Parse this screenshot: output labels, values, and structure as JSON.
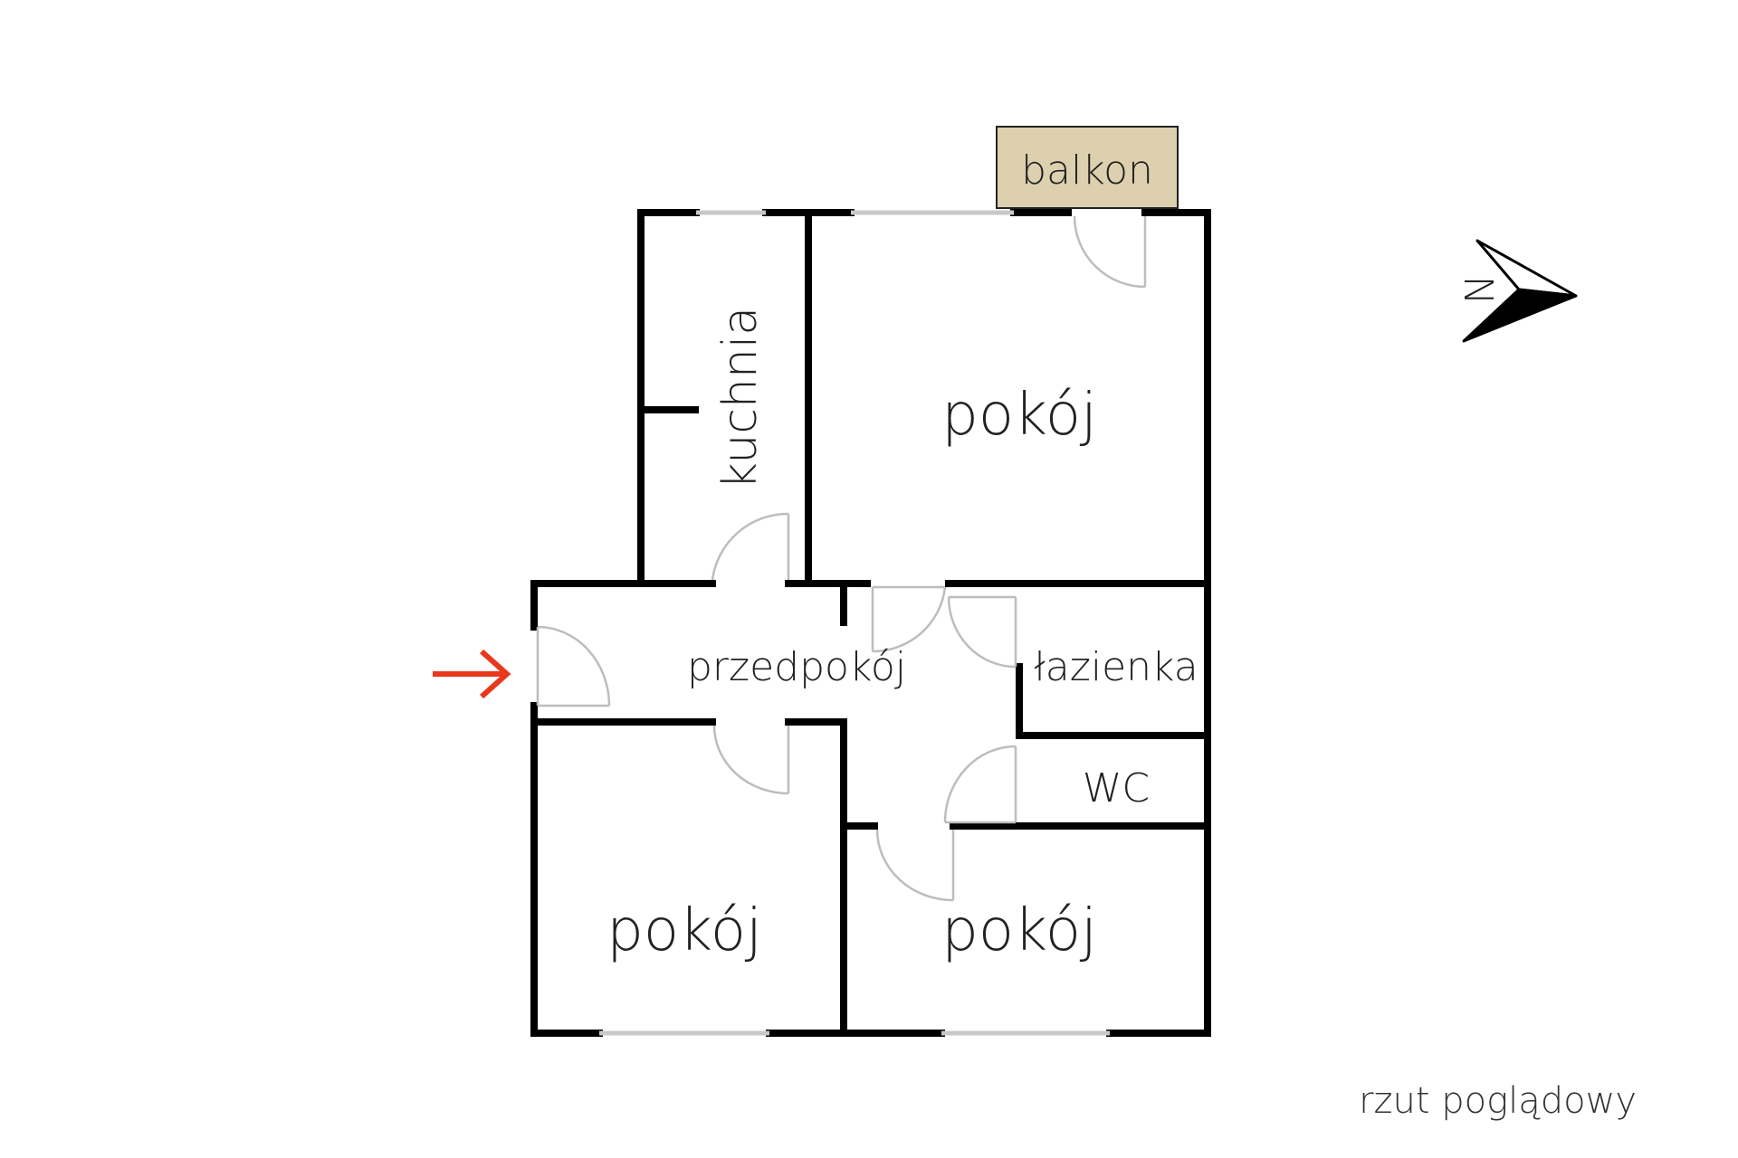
{
  "rooms": {
    "balkon": "balkon",
    "kuchnia": "kuchnia",
    "pokoj_top": "pokój",
    "przedpokoj": "przedpokój",
    "lazienka": "łazienka",
    "wc": "WC",
    "pokoj_bottom_left": "pokój",
    "pokoj_bottom_right": "pokój"
  },
  "compass": {
    "label": "N",
    "icon": "north-arrow-icon"
  },
  "entrance": {
    "icon": "entrance-arrow-icon",
    "color": "#e8391d"
  },
  "caption": "rzut poglądowy",
  "colors": {
    "balcony_fill": "#ddd0ae",
    "wall": "#000000",
    "window": "#c8c8c8",
    "door": "#bdbdbd"
  }
}
